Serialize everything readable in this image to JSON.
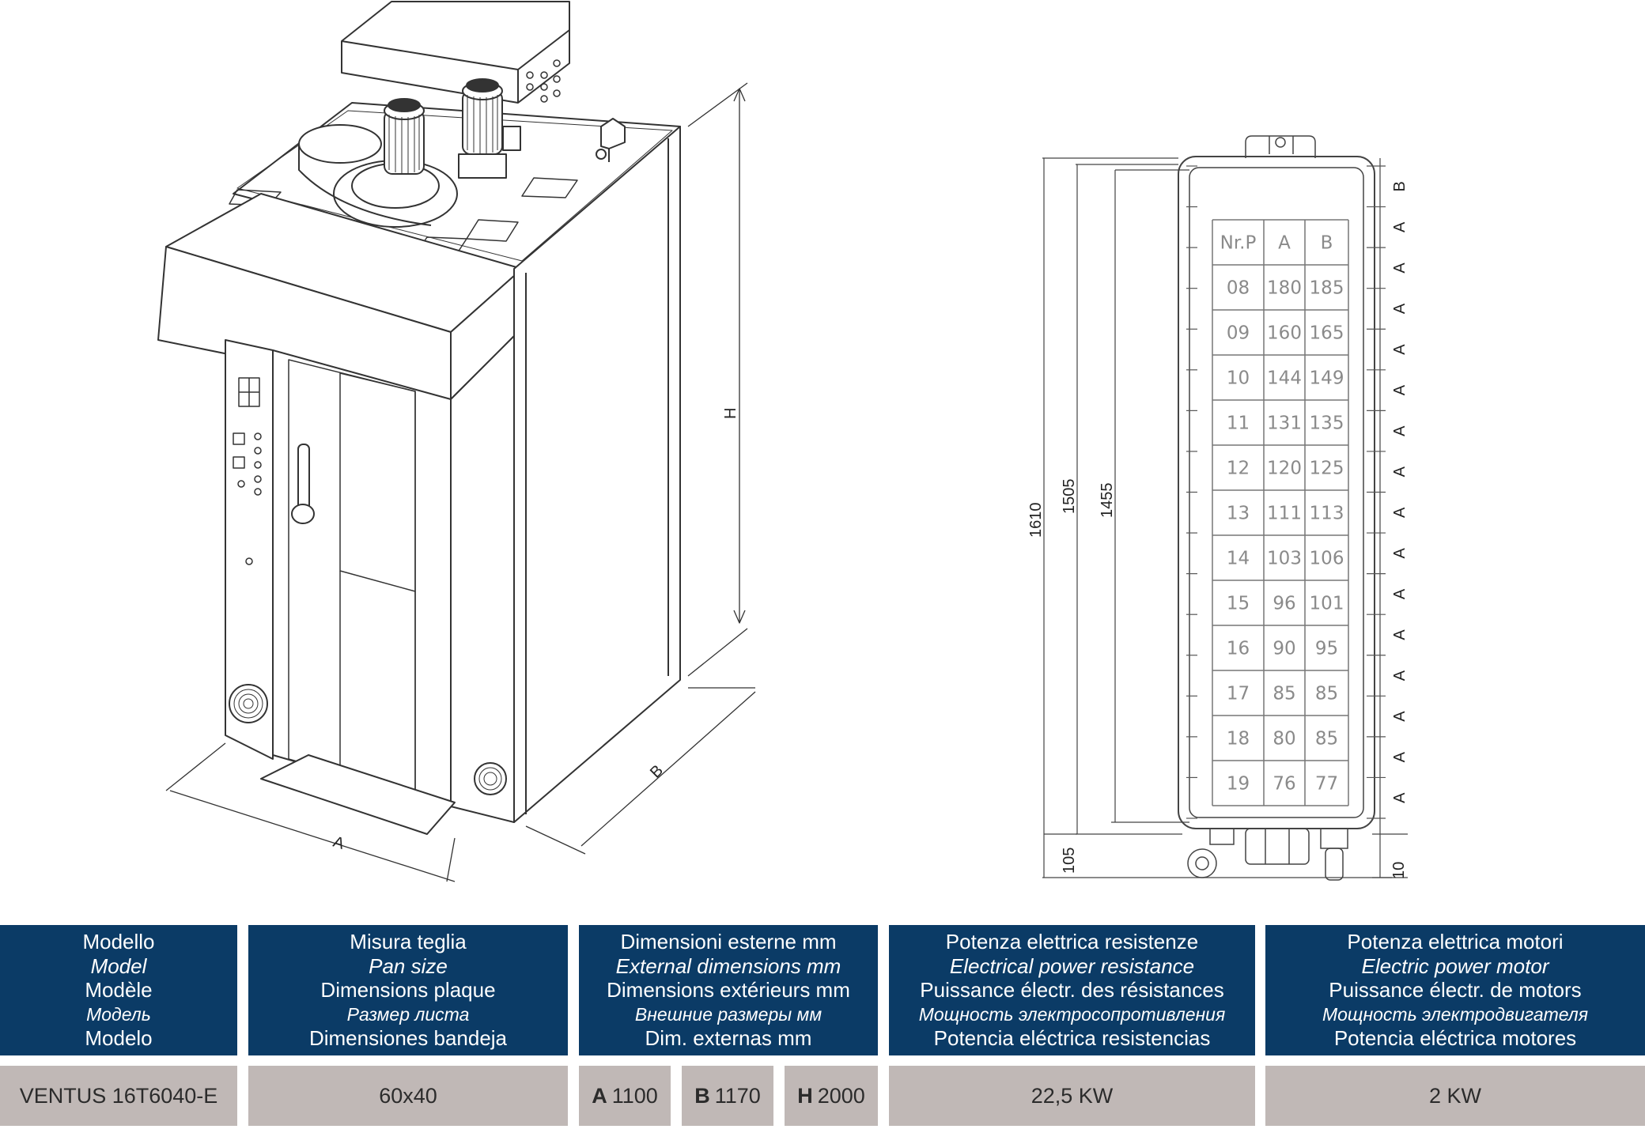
{
  "drawing": {
    "label_A": "A",
    "label_B": "B",
    "label_H": "H",
    "dim_1610": "1610",
    "dim_1505": "1505",
    "dim_1455": "1455",
    "dim_105": "105",
    "dim_10": "10",
    "side_labels": [
      "B",
      "A",
      "A",
      "A",
      "A",
      "A",
      "A",
      "A",
      "A",
      "A",
      "A",
      "A",
      "A",
      "A",
      "A",
      "A"
    ]
  },
  "tray_table": {
    "headers": [
      "Nr.P",
      "A",
      "B"
    ],
    "rows": [
      [
        "08",
        "180",
        "185"
      ],
      [
        "09",
        "160",
        "165"
      ],
      [
        "10",
        "144",
        "149"
      ],
      [
        "11",
        "131",
        "135"
      ],
      [
        "12",
        "120",
        "125"
      ],
      [
        "13",
        "111",
        "113"
      ],
      [
        "14",
        "103",
        "106"
      ],
      [
        "15",
        "96",
        "101"
      ],
      [
        "16",
        "90",
        "95"
      ],
      [
        "17",
        "85",
        "85"
      ],
      [
        "18",
        "80",
        "85"
      ],
      [
        "19",
        "76",
        "77"
      ]
    ]
  },
  "spec": {
    "model_header": [
      "Modello",
      "Model",
      "Modèle",
      "Модель",
      "Modelo"
    ],
    "pan_header": [
      "Misura teglia",
      "Pan size",
      "Dimensions plaque",
      "Размер листа",
      "Dimensiones bandeja"
    ],
    "dims_header": [
      "Dimensioni esterne mm",
      "External dimensions mm",
      "Dimensions extérieurs mm",
      "Внешние размеры мм",
      "Dim. externas mm"
    ],
    "resist_header": [
      "Potenza elettrica resistenze",
      "Electrical power resistance",
      "Puissance électr. des résistances",
      "Мощность электросопротивления",
      "Potencia eléctrica resistencias"
    ],
    "motor_header": [
      "Potenza elettrica motori",
      "Electric power motor",
      "Puissance électr. de motors",
      "Мощность электродвигателя",
      "Potencia eléctrica motores"
    ],
    "model_value": "VENTUS 16T6040-E",
    "pan_value": "60x40",
    "dim_a_label": "A",
    "dim_a_value": "1100",
    "dim_b_label": "B",
    "dim_b_value": "1170",
    "dim_h_label": "H",
    "dim_h_value": "2000",
    "resist_value": "22,5 KW",
    "motor_value": "2 KW"
  },
  "colors": {
    "header_bg": "#0b3b66",
    "value_bg": "#c0b8b6"
  }
}
